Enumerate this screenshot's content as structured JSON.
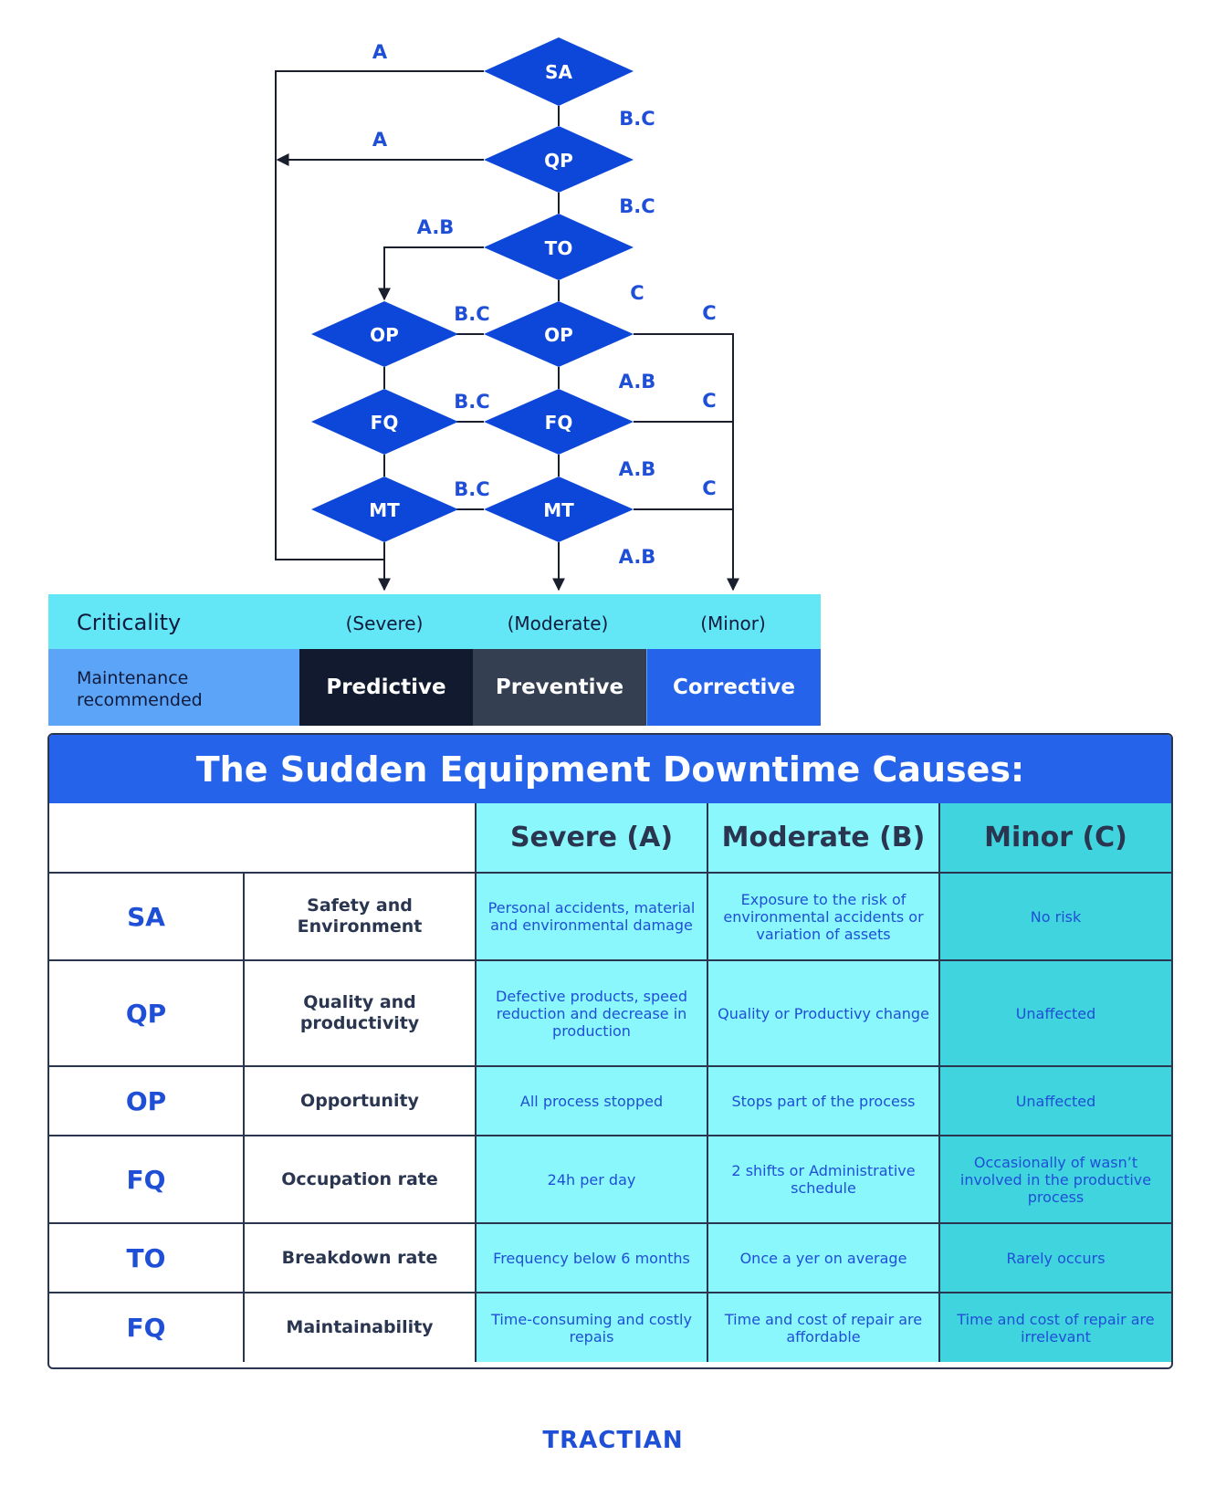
{
  "flowchart": {
    "nodes": [
      {
        "id": "sa",
        "label": "SA"
      },
      {
        "id": "qp",
        "label": "QP"
      },
      {
        "id": "to",
        "label": "TO"
      },
      {
        "id": "op-left",
        "label": "OP"
      },
      {
        "id": "op-mid",
        "label": "OP"
      },
      {
        "id": "fq-left",
        "label": "FQ"
      },
      {
        "id": "fq-mid",
        "label": "FQ"
      },
      {
        "id": "mt-left",
        "label": "MT"
      },
      {
        "id": "mt-mid",
        "label": "MT"
      }
    ],
    "edge_labels": {
      "sa_a": "A",
      "sa_bc": "B.C",
      "qp_a": "A",
      "qp_bc": "B.C",
      "to_ab": "A.B",
      "to_c": "C",
      "op_bc": "B.C",
      "op_c": "C",
      "op_ab": "A.B",
      "fq_bc": "B.C",
      "fq_c": "C",
      "fq_ab": "A.B",
      "mt_bc": "B.C",
      "mt_c": "C",
      "mt_ab": "A.B"
    }
  },
  "criticality": {
    "title": "Criticality",
    "levels": [
      "(Severe)",
      "(Moderate)",
      "(Minor)"
    ]
  },
  "maintenance": {
    "title_line1": "Maintenance",
    "title_line2": "recommended",
    "types": [
      "Predictive",
      "Preventive",
      "Corrective"
    ],
    "colors": [
      "#111a2e",
      "#343f52",
      "#2563eb"
    ]
  },
  "table": {
    "title": "The Sudden Equipment Downtime Causes:",
    "headers": [
      "Severe (A)",
      "Moderate (B)",
      "Minor (C)"
    ],
    "rows": [
      {
        "code": "SA",
        "factor": "Safety and Environment",
        "severe": "Personal accidents, material and environmental damage",
        "moderate": "Exposure to the risk of environmental accidents or variation of assets",
        "minor": "No risk"
      },
      {
        "code": "QP",
        "factor": "Quality and productivity",
        "severe": "Defective products, speed reduction and decrease in production",
        "moderate": "Quality or Productivy change",
        "minor": "Unaffected"
      },
      {
        "code": "OP",
        "factor": "Opportunity",
        "severe": "All process stopped",
        "moderate": "Stops part of the process",
        "minor": "Unaffected"
      },
      {
        "code": "FQ",
        "factor": "Occupation rate",
        "severe": "24h per day",
        "moderate": "2 shifts or Administrative schedule",
        "minor": "Occasionally of wasn’t involved in the productive process"
      },
      {
        "code": "TO",
        "factor": "Breakdown rate",
        "severe": "Frequency below 6 months",
        "moderate": "Once a yer on average",
        "minor": "Rarely occurs"
      },
      {
        "code": "FQ",
        "factor": "Maintainability",
        "severe": "Time-consuming and costly repais",
        "moderate": "Time and cost of repair are affordable",
        "minor": "Time and cost of repair are irrelevant"
      }
    ]
  },
  "brand": "TRACTIAN",
  "colors": {
    "diamond": "#0d47d9",
    "label_blue": "#1f4fd6",
    "line": "#1a1f2e"
  }
}
